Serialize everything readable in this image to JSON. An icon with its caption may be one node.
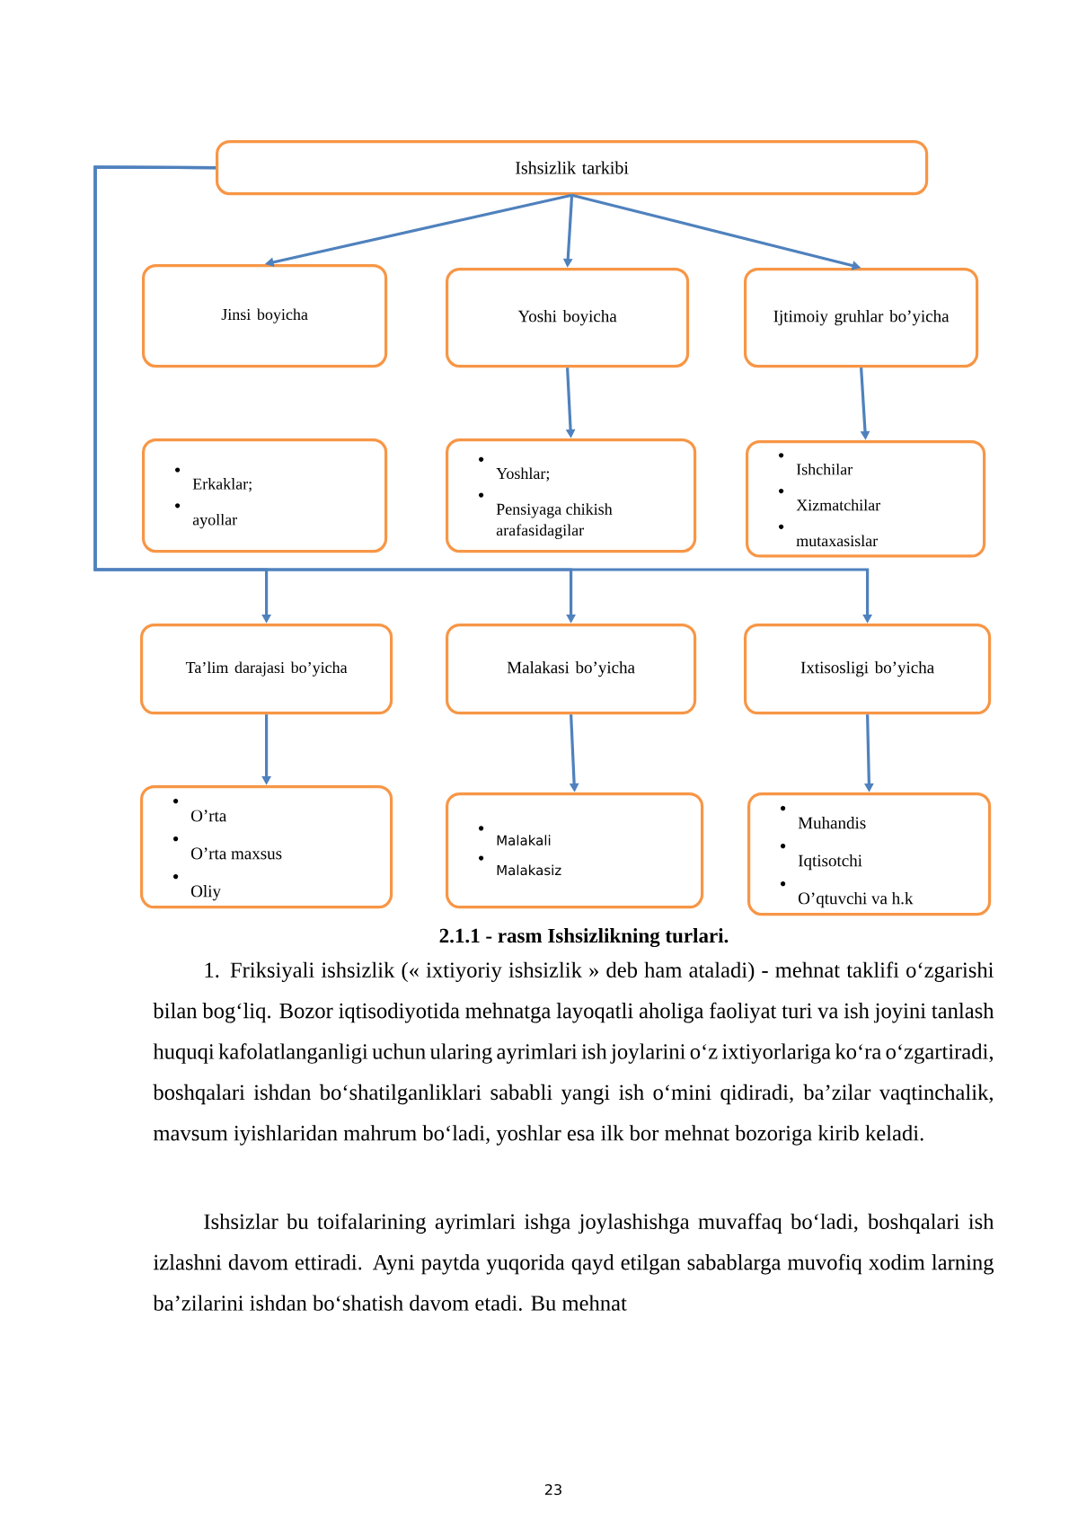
{
  "diagram": {
    "caption": "2.1.1 - rasm  Ishsizlikning turlari.",
    "nodes": [
      {
        "text": [
          "Ishsizlik tarkibi"
        ]
      },
      {
        "text": [
          "Jinsi boyicha"
        ]
      },
      {
        "text": [
          "Yoshi boyicha"
        ]
      },
      {
        "text": [
          "Ijtimoiy gruhlar bo’yicha"
        ]
      },
      {
        "text": [
          "Erkaklar;",
          "ayollar"
        ]
      },
      {
        "text": [
          "Yoshlar;",
          "Pensiyaga chikish arafasidagilar"
        ]
      },
      {
        "text": [
          "Ishchilar",
          "Xizmatchilar",
          "mutaxasislar"
        ]
      },
      {
        "text": [
          "Ta’lim darajasi bo’yicha"
        ]
      },
      {
        "text": [
          "Malakasi bo’yicha"
        ]
      },
      {
        "text": [
          "Ixtisosligi bo’yicha"
        ]
      },
      {
        "text": [
          "O’rta",
          "O’rta maxsus",
          "Oliy"
        ]
      },
      {
        "text": [
          "Malakali",
          "Malakasiz"
        ]
      },
      {
        "text": [
          "Muhandis",
          "Iqtisotchi",
          "O’qtuvchi va h.k"
        ]
      }
    ],
    "edges": [
      {
        "from": 0,
        "to": 1,
        "arrow": "to"
      },
      {
        "from": 0,
        "to": 2,
        "arrow": "to"
      },
      {
        "from": 0,
        "to": 3,
        "arrow": "to"
      },
      {
        "from": 2,
        "to": 5,
        "arrow": "to"
      },
      {
        "from": 3,
        "to": 6,
        "arrow": "to"
      },
      {
        "from": 0,
        "to": 7,
        "arrow": "to"
      },
      {
        "from": 0,
        "to": 8,
        "arrow": "to"
      },
      {
        "from": 0,
        "to": 9,
        "arrow": "to"
      },
      {
        "from": 7,
        "to": 10,
        "arrow": "to"
      },
      {
        "from": 8,
        "to": 11,
        "arrow": "to"
      },
      {
        "from": 9,
        "to": 12,
        "arrow": "to"
      }
    ],
    "labels": [
      "1. Friksiyali ishsizlik (« ixtiyoriy ishsizlik » deb ham ataladi) - mehnat taklifi o‘zgarishi bilan bog‘liq. Bozor iqtisodiyotida mehnatga layoqatli aholiga faoliyat turi va ish joyini tanlash huquqi kafolatlanganligi uchun ularing ayrimlari ish joylarini o‘z ixtiyorlariga ko‘ra o‘zgartiradi, boshqalari ishdan bo‘shatilganliklari sababli yangi ish o‘mini qidiradi, ba’zilar vaqtinchalik, mavsum iyishlaridan mahrum bo‘ladi, yoshlar esa ilk bor mehnat bozoriga kirib keladi.",
      "Ishsizlar bu toifalarining ayrimlari ishga joylashishga muvaffaq bo‘ladi, boshqalari ish izlashni davom ettiradi. Ayni paytda yuqorida qayd etilgan sabablarga muvofiq xodim larning ba’zilarini ishdan bo‘shatish davom etadi. Bu mehnat",
      "23"
    ]
  }
}
